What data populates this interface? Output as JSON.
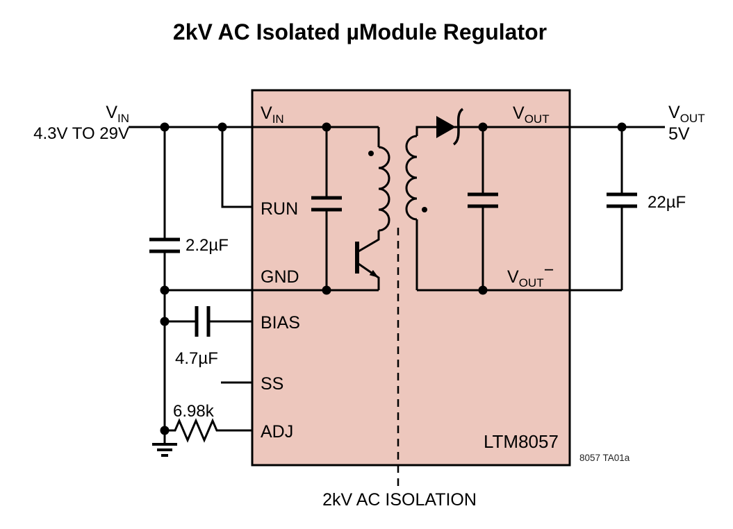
{
  "title": "2kV AC Isolated µModule Regulator",
  "module": {
    "part_number": "LTM8057",
    "figure_note": "8057 TA01a",
    "fill_color": "#edc7bd",
    "pins": {
      "vin": {
        "base": "V",
        "sub": "IN"
      },
      "run": {
        "label": "RUN"
      },
      "gnd": {
        "label": "GND"
      },
      "bias": {
        "label": "BIAS"
      },
      "ss": {
        "label": "SS"
      },
      "adj": {
        "label": "ADJ"
      },
      "vout": {
        "base": "V",
        "sub": "OUT"
      },
      "vout_minus": {
        "base": "V",
        "sub": "OUT",
        "sup": "−"
      }
    }
  },
  "input": {
    "base": "V",
    "sub": "IN",
    "range": "4.3V TO 29V"
  },
  "output": {
    "base": "V",
    "sub": "OUT",
    "value": "5V"
  },
  "components": {
    "input_cap": {
      "value": "2.2µF"
    },
    "bias_cap": {
      "value": "4.7µF"
    },
    "adj_resistor": {
      "value": "6.98k"
    },
    "output_cap": {
      "value": "22µF"
    }
  },
  "isolation": {
    "label": "2kV AC ISOLATION"
  }
}
